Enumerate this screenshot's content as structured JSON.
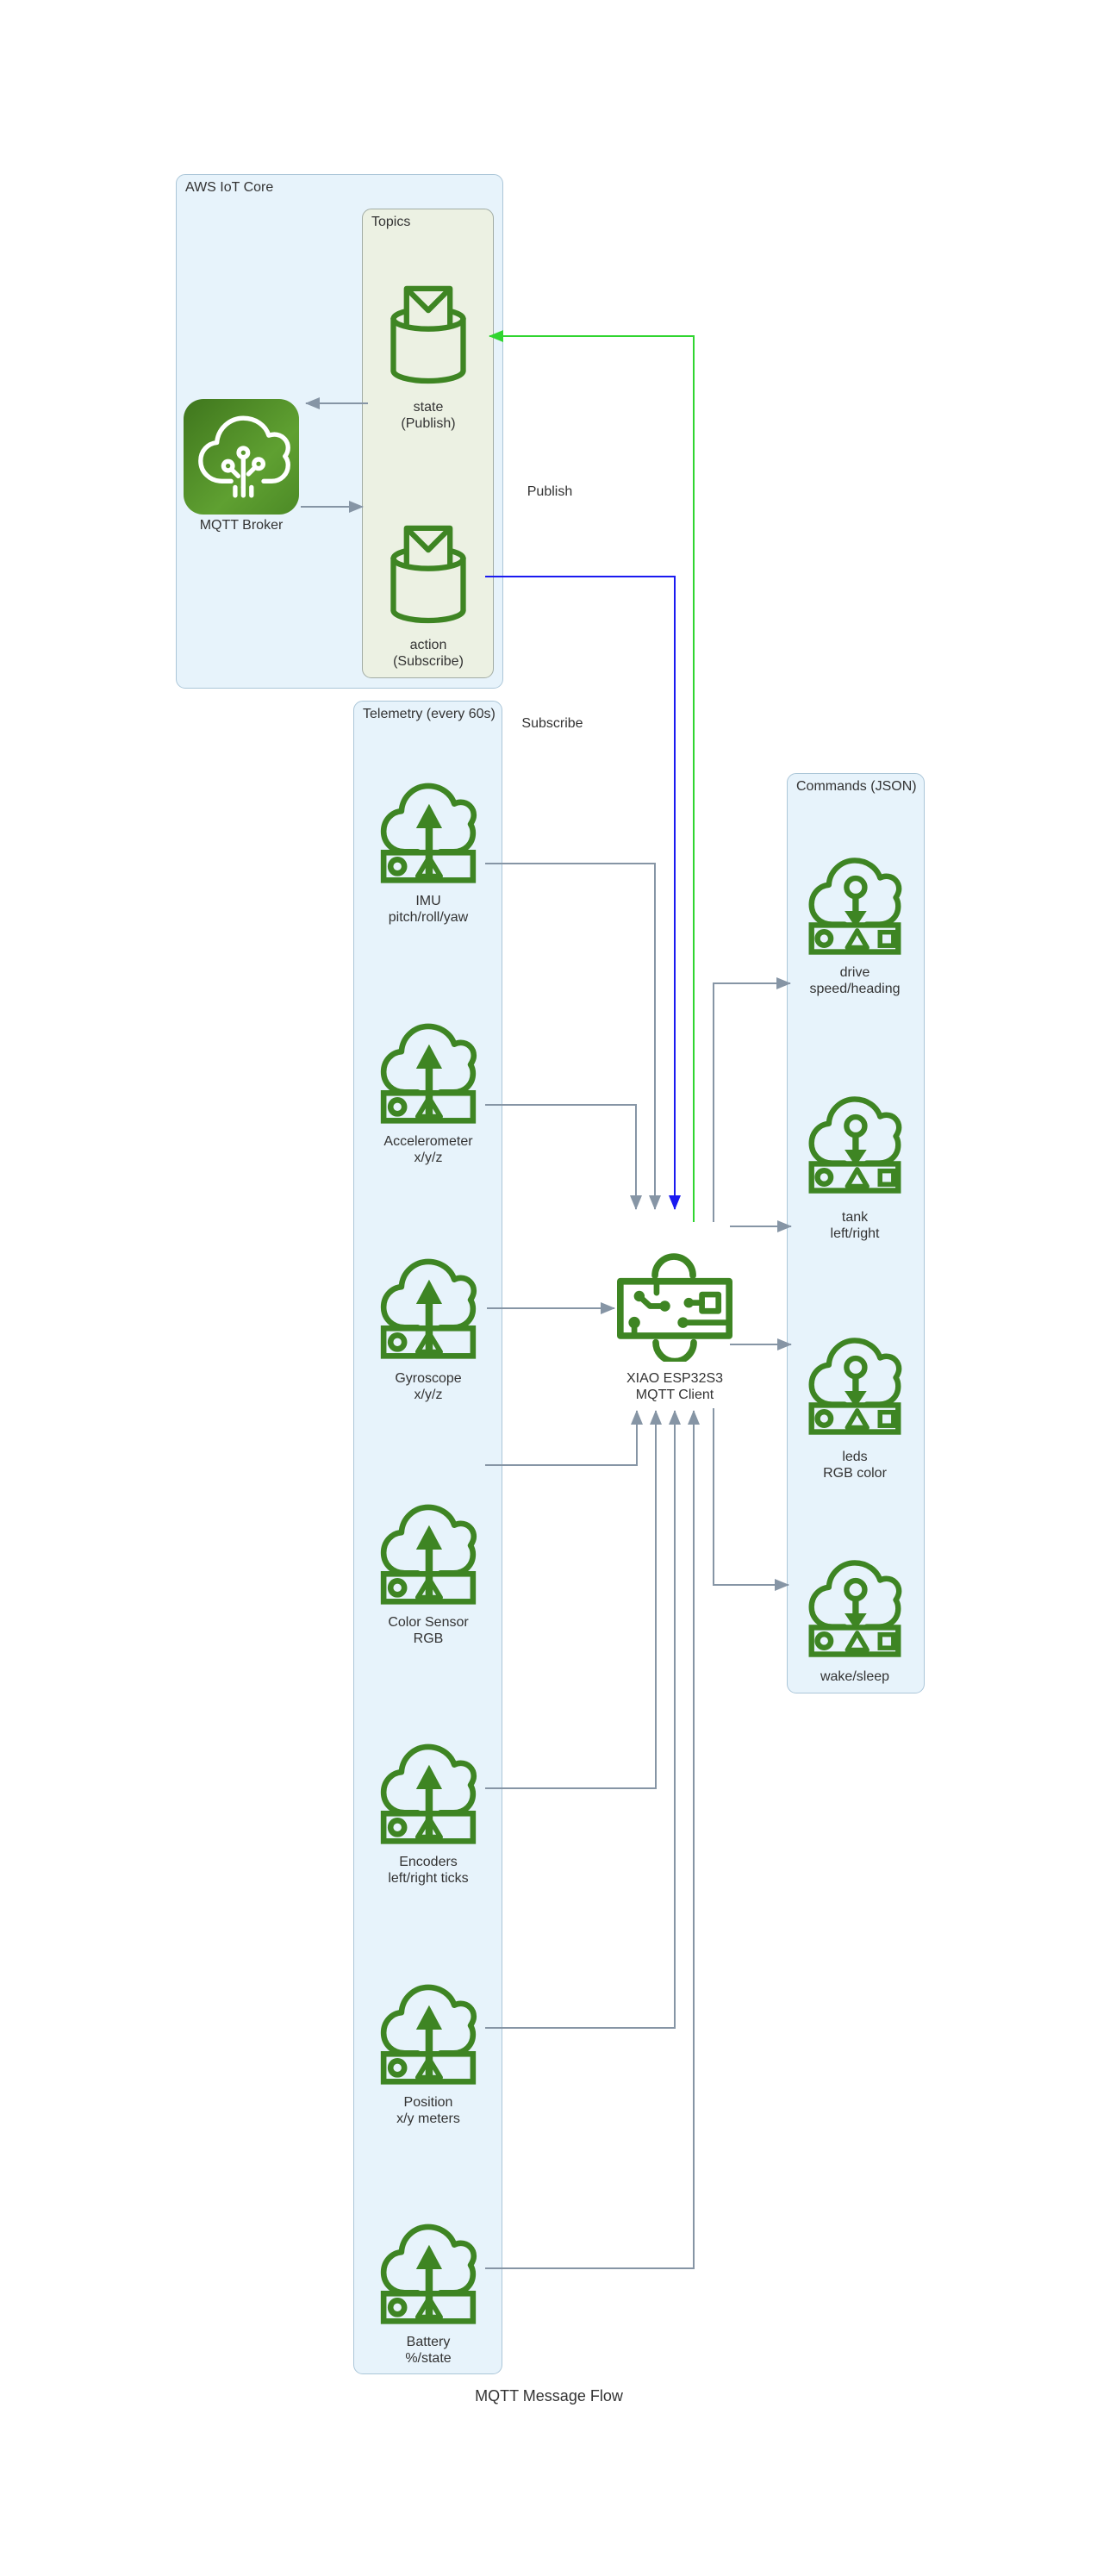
{
  "title": "MQTT Message Flow",
  "edge_labels": {
    "publish": "Publish",
    "subscribe": "Subscribe"
  },
  "aws": {
    "title": "AWS IoT Core",
    "broker_label": "MQTT Broker",
    "topics": {
      "title": "Topics",
      "state": {
        "line1": "state",
        "line2": "(Publish)"
      },
      "action": {
        "line1": "action",
        "line2": "(Subscribe)"
      }
    }
  },
  "telemetry": {
    "title": "Telemetry (every 60s)",
    "items": [
      {
        "icon": "cloud-upload-icon",
        "line1": "IMU",
        "line2": "pitch/roll/yaw"
      },
      {
        "icon": "cloud-upload-icon",
        "line1": "Accelerometer",
        "line2": "x/y/z"
      },
      {
        "icon": "cloud-upload-icon",
        "line1": "Gyroscope",
        "line2": "x/y/z"
      },
      {
        "icon": "cloud-upload-icon",
        "line1": "Color Sensor",
        "line2": "RGB"
      },
      {
        "icon": "cloud-upload-icon",
        "line1": "Encoders",
        "line2": "left/right ticks"
      },
      {
        "icon": "cloud-upload-icon",
        "line1": "Position",
        "line2": "x/y meters"
      },
      {
        "icon": "cloud-upload-icon",
        "line1": "Battery",
        "line2": "%/state"
      }
    ]
  },
  "commands": {
    "title": "Commands (JSON)",
    "items": [
      {
        "icon": "cloud-download-icon",
        "line1": "drive",
        "line2": "speed/heading"
      },
      {
        "icon": "cloud-download-icon",
        "line1": "tank",
        "line2": "left/right"
      },
      {
        "icon": "cloud-download-icon",
        "line1": "leds",
        "line2": "RGB color"
      },
      {
        "icon": "cloud-download-icon",
        "line1": "wake/sleep",
        "line2": ""
      }
    ]
  },
  "device": {
    "icon": "esp32-chip-icon",
    "line1": "XIAO ESP32S3",
    "line2": "MQTT Client"
  },
  "colors": {
    "icon_green": "#3E8523",
    "broker_gradient_start": "#3F761D",
    "broker_gradient_end": "#5FA031",
    "box_blue_fill": "#E7F3FB",
    "box_blue_border": "#ABC6D8",
    "box_green_fill": "#ECF1E3",
    "box_green_border": "#A2ACA4",
    "edge_gray": "#8695A5",
    "edge_blue": "#1A1AF0",
    "edge_green": "#30D530",
    "text": "#333333"
  }
}
